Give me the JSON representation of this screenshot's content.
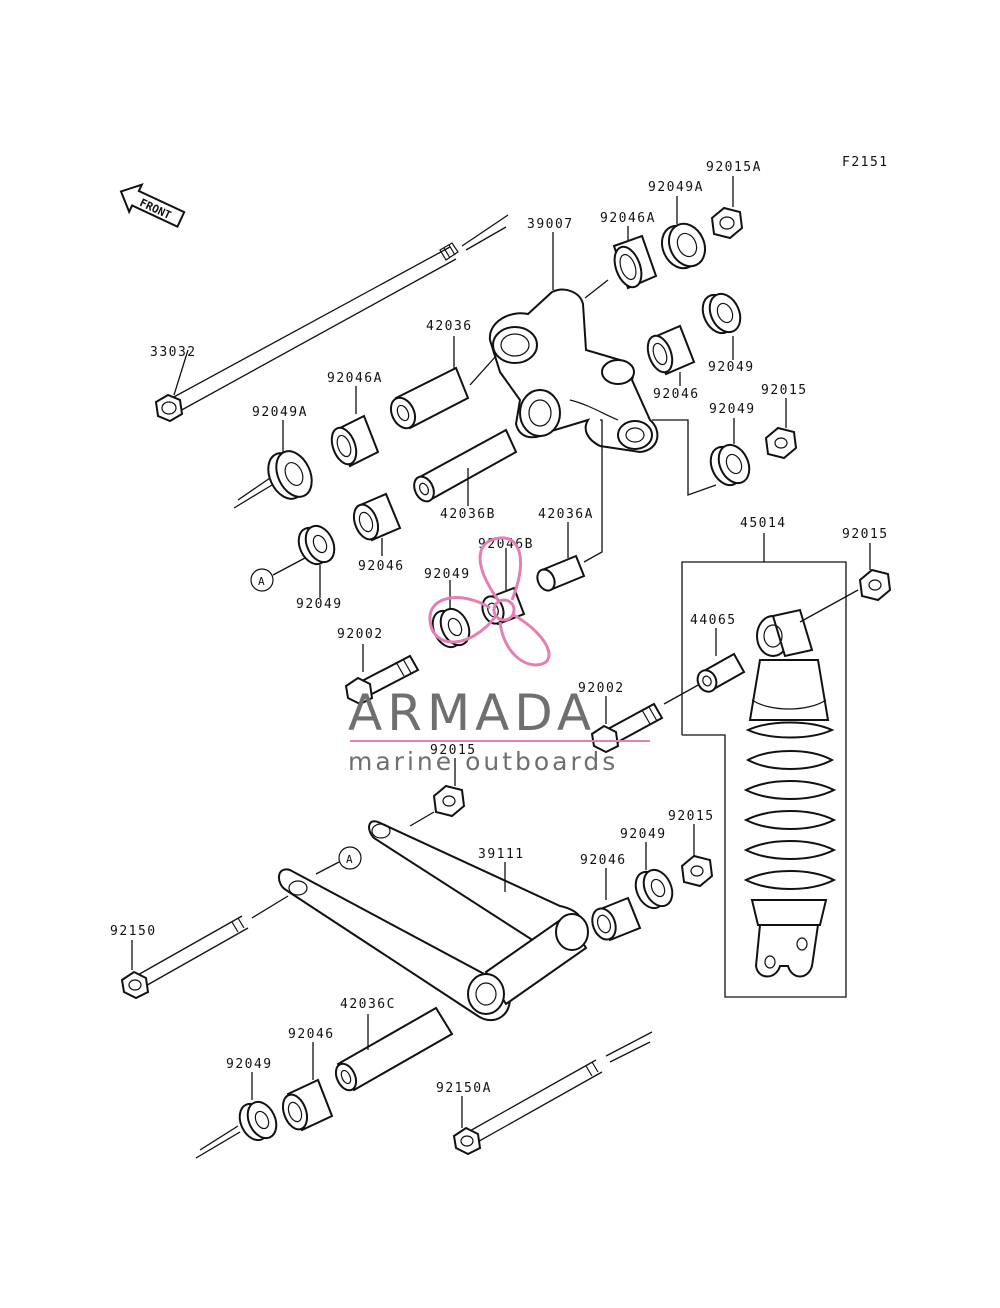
{
  "figure_code": "F2151",
  "front_arrow_label": "FRONT",
  "ref_marker": "A",
  "part_labels": {
    "p33032": "33032",
    "p92049A_top": "92049A",
    "p92015A": "92015A",
    "p92046A_top": "92046A",
    "p39007": "39007",
    "p42036": "42036",
    "p92046A_left": "92046A",
    "p92049A_left": "92049A",
    "p92049_r1": "92049",
    "p92046_r": "92046",
    "p92015_r": "92015",
    "p92049_r2": "92049",
    "p42036B": "42036B",
    "p42036A": "42036A",
    "p92046_l": "92046",
    "p92046B": "92046B",
    "p92049_l": "92049",
    "p92049_mid": "92049",
    "p45014": "45014",
    "p92015_shock": "92015",
    "p44065": "44065",
    "p92002_a": "92002",
    "p92002_b": "92002",
    "p92015_mid": "92015",
    "p39111": "39111",
    "p92015_low": "92015",
    "p92049_low": "92049",
    "p92046_low": "92046",
    "p92150": "92150",
    "p42036C": "42036C",
    "p92046_bot": "92046",
    "p92049_bot": "92049",
    "p92150A": "92150A"
  },
  "watermark": {
    "brand": "ARMADA",
    "tagline": "marine outboards",
    "accent_color": "#e37fb4",
    "text_color": "#6f6f6f"
  }
}
